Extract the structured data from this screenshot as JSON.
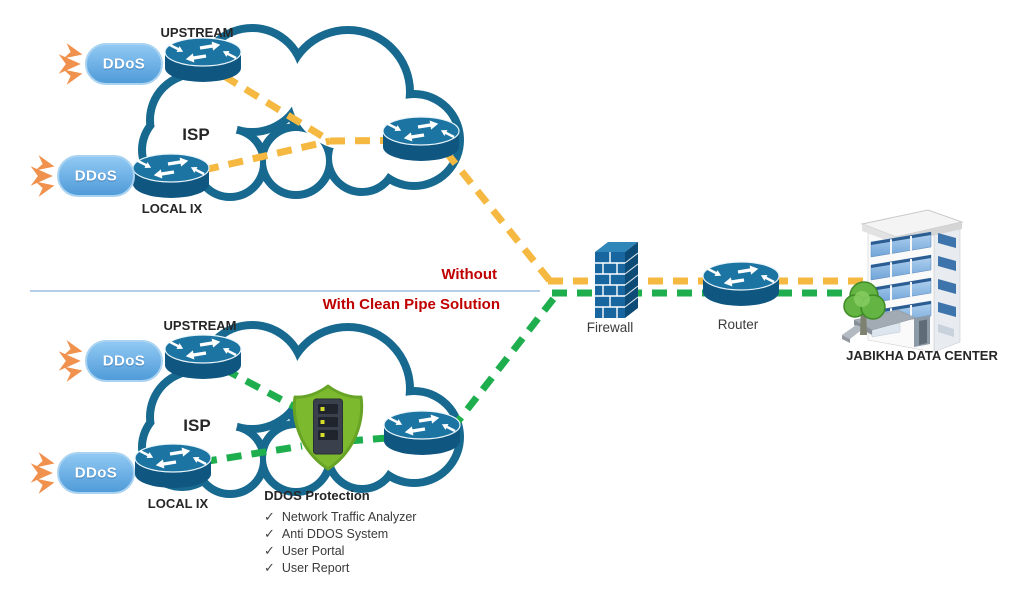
{
  "labels": {
    "upstream_top": "UPSTREAM",
    "isp_top": "ISP",
    "local_ix_top": "LOCAL IX",
    "upstream_bottom": "UPSTREAM",
    "isp_bottom": "ISP",
    "local_ix_bottom": "LOCAL IX",
    "scenario_without": "Without",
    "scenario_with": "With Clean Pipe Solution",
    "firewall": "Firewall",
    "router": "Router",
    "datacenter": "JABIKHA DATA CENTER",
    "attack_badge": "DDoS"
  },
  "protection": {
    "title": "DDOS Protection",
    "check_glyph": "✓",
    "features": [
      "Network Traffic Analyzer",
      "Anti DDOS System",
      "User Portal",
      "User Report"
    ]
  },
  "colors": {
    "cloud_router_blue": "#17698F",
    "attack_path_yellow": "#F5B841",
    "clean_path_green": "#1FAE4E",
    "scenario_text_red": "#C00000",
    "shield_green": "#7CB92F",
    "missile_blue": "#5FA8E0",
    "flame_orange": "#F0914E",
    "divider_blue": "#9FBEE0"
  }
}
